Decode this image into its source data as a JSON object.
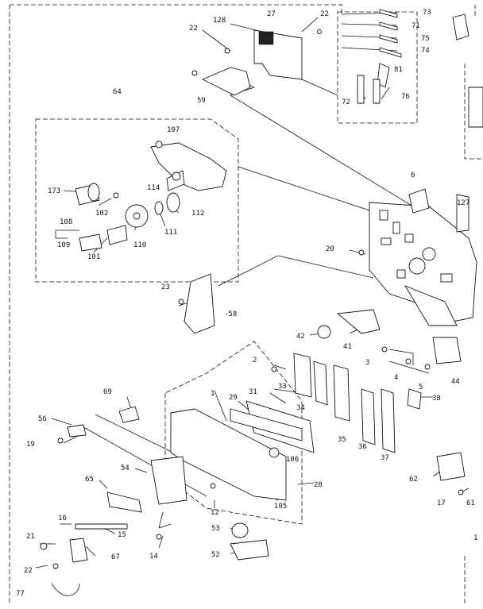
{
  "diagram": {
    "labels": {
      "p128": "128",
      "p27": "27",
      "p22a": "22",
      "p73": "73",
      "p71": "71",
      "p75": "75",
      "p74": "74",
      "p22b": "22",
      "p59": "59",
      "p81": "81",
      "p72": "72",
      "p76": "76",
      "p64": "64",
      "p107": "107",
      "p173": "173",
      "p114": "114",
      "p102": "102",
      "p112": "112",
      "p111": "111",
      "p110": "110",
      "p101": "101",
      "p108": "108",
      "p109": "109",
      "p6": "6",
      "p127": "127",
      "p20": "20",
      "p23": "23",
      "p58": "-58",
      "p42": "42",
      "p41": "41",
      "p2": "2",
      "p3": "3",
      "p4": "4",
      "p5": "5",
      "p44": "44",
      "p69": "69",
      "p1": "1",
      "p29": "29",
      "p31": "31",
      "p33": "33",
      "p34": "34",
      "p35": "35",
      "p36": "36",
      "p37": "37",
      "p38": "38",
      "p56": "56",
      "p19": "19",
      "p54": "54",
      "p106": "106",
      "p28": "28",
      "p105": "105",
      "p65": "65",
      "p12": "12",
      "p16": "16",
      "p15": "15",
      "p21": "21",
      "p67": "67",
      "p22c": "22",
      "p14": "14",
      "p53": "53",
      "p52": "52",
      "p77": "77",
      "p62": "62",
      "p17": "17",
      "p61": "61",
      "p1b": "1"
    }
  }
}
